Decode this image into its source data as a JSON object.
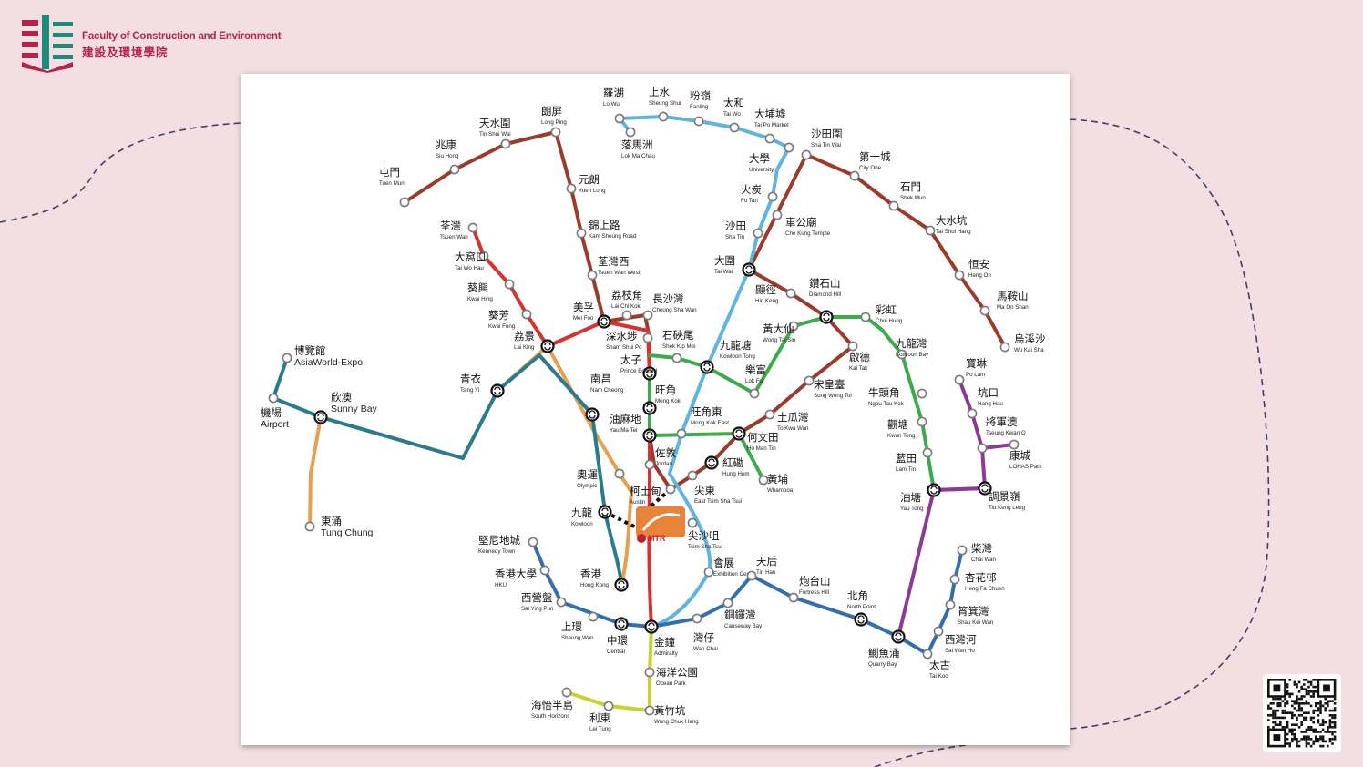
{
  "header": {
    "faculty_en": "Faculty of Construction and Environment",
    "faculty_zh": "建設及環境學院",
    "logo_icon": "faculty-logo-icon"
  },
  "map": {
    "brand_label": "MTR",
    "line_colors": {
      "tsuen_wan": "#d4332f",
      "east_rail": "#60b5e0",
      "tuen_ma": "#9a3b2c",
      "kwun_tong": "#3dab4a",
      "island": "#356eaf",
      "tseung_kwan_o": "#8b3a96",
      "tung_chung": "#e8a050",
      "airport_express": "#297c8d",
      "south_island": "#c6d430"
    },
    "stations": [
      {
        "zh": "屯門",
        "en": "Tuen Mun"
      },
      {
        "zh": "兆康",
        "en": "Siu Hong"
      },
      {
        "zh": "天水圍",
        "en": "Tin Shui Wai"
      },
      {
        "zh": "朗屏",
        "en": "Long Ping"
      },
      {
        "zh": "元朗",
        "en": "Yuen Long"
      },
      {
        "zh": "錦上路",
        "en": "Kam Sheung Road"
      },
      {
        "zh": "荃灣西",
        "en": "Tsuen Wan West"
      },
      {
        "zh": "荃灣",
        "en": "Tsuen Wan"
      },
      {
        "zh": "大窩口",
        "en": "Tai Wo Hau"
      },
      {
        "zh": "葵興",
        "en": "Kwai Hing"
      },
      {
        "zh": "葵芳",
        "en": "Kwai Fong"
      },
      {
        "zh": "荔景",
        "en": "Lai King"
      },
      {
        "zh": "美孚",
        "en": "Mei Foo"
      },
      {
        "zh": "荔枝角",
        "en": "Lai Chi Kok"
      },
      {
        "zh": "長沙灣",
        "en": "Cheung Sha Wan"
      },
      {
        "zh": "深水埗",
        "en": "Sham Shui Po"
      },
      {
        "zh": "石硤尾",
        "en": "Shek Kip Mei"
      },
      {
        "zh": "太子",
        "en": "Prince Edward"
      },
      {
        "zh": "旺角",
        "en": "Mong Kok"
      },
      {
        "zh": "油麻地",
        "en": "Yau Ma Tei"
      },
      {
        "zh": "佐敦",
        "en": "Jordan"
      },
      {
        "zh": "尖沙咀",
        "en": "Tsim Sha Tsui"
      },
      {
        "zh": "尖東",
        "en": "East Tsim Sha Tsui"
      },
      {
        "zh": "柯士甸",
        "en": "Austin"
      },
      {
        "zh": "南昌",
        "en": "Nam Cheong"
      },
      {
        "zh": "奧運",
        "en": "Olympic"
      },
      {
        "zh": "九龍",
        "en": "Kowloon"
      },
      {
        "zh": "香港",
        "en": "Hong Kong"
      },
      {
        "zh": "青衣",
        "en": "Tsing Yi"
      },
      {
        "zh": "欣澳",
        "en": "Sunny Bay"
      },
      {
        "zh": "博覽館",
        "en": "AsiaWorld-Expo"
      },
      {
        "zh": "機場",
        "en": "Airport"
      },
      {
        "zh": "東涌",
        "en": "Tung Chung"
      },
      {
        "zh": "羅湖",
        "en": "Lo Wu"
      },
      {
        "zh": "落馬洲",
        "en": "Lok Ma Chau"
      },
      {
        "zh": "上水",
        "en": "Sheung Shui"
      },
      {
        "zh": "粉嶺",
        "en": "Fanling"
      },
      {
        "zh": "太和",
        "en": "Tai Wo"
      },
      {
        "zh": "大埔墟",
        "en": "Tai Po Market"
      },
      {
        "zh": "大學",
        "en": "University"
      },
      {
        "zh": "火炭",
        "en": "Fo Tan"
      },
      {
        "zh": "沙田",
        "en": "Sha Tin"
      },
      {
        "zh": "大圍",
        "en": "Tai Wai"
      },
      {
        "zh": "九龍塘",
        "en": "Kowloon Tong"
      },
      {
        "zh": "旺角東",
        "en": "Mong Kok East"
      },
      {
        "zh": "紅磡",
        "en": "Hung Hom"
      },
      {
        "zh": "會展",
        "en": "Exhibition Centre"
      },
      {
        "zh": "沙田圍",
        "en": "Sha Tin Wai"
      },
      {
        "zh": "第一城",
        "en": "City One"
      },
      {
        "zh": "石門",
        "en": "Shek Mun"
      },
      {
        "zh": "大水坑",
        "en": "Tai Shui Hang"
      },
      {
        "zh": "恒安",
        "en": "Heng On"
      },
      {
        "zh": "馬鞍山",
        "en": "Ma On Shan"
      },
      {
        "zh": "烏溪沙",
        "en": "Wu Kai Sha"
      },
      {
        "zh": "車公廟",
        "en": "Che Kung Temple"
      },
      {
        "zh": "顯徑",
        "en": "Hin Keng"
      },
      {
        "zh": "鑽石山",
        "en": "Diamond Hill"
      },
      {
        "zh": "啟德",
        "en": "Kai Tak"
      },
      {
        "zh": "宋皇臺",
        "en": "Sung Wong Toi"
      },
      {
        "zh": "土瓜灣",
        "en": "To Kwa Wan"
      },
      {
        "zh": "何文田",
        "en": "Ho Man Tin"
      },
      {
        "zh": "黃埔",
        "en": "Whampoa"
      },
      {
        "zh": "樂富",
        "en": "Lok Fu"
      },
      {
        "zh": "黃大仙",
        "en": "Wong Tai Sin"
      },
      {
        "zh": "彩虹",
        "en": "Choi Hung"
      },
      {
        "zh": "九龍灣",
        "en": "Kowloon Bay"
      },
      {
        "zh": "牛頭角",
        "en": "Ngau Tau Kok"
      },
      {
        "zh": "觀塘",
        "en": "Kwun Tong"
      },
      {
        "zh": "藍田",
        "en": "Lam Tin"
      },
      {
        "zh": "油塘",
        "en": "Yau Tong"
      },
      {
        "zh": "調景嶺",
        "en": "Tiu Keng Leng"
      },
      {
        "zh": "寶琳",
        "en": "Po Lam"
      },
      {
        "zh": "坑口",
        "en": "Hang Hau"
      },
      {
        "zh": "將軍澳",
        "en": "Tseung Kwan O"
      },
      {
        "zh": "康城",
        "en": "LOHAS Park"
      },
      {
        "zh": "堅尼地城",
        "en": "Kennedy Town"
      },
      {
        "zh": "香港大學",
        "en": "HKU"
      },
      {
        "zh": "西營盤",
        "en": "Sai Ying Pun"
      },
      {
        "zh": "上環",
        "en": "Sheung Wan"
      },
      {
        "zh": "中環",
        "en": "Central"
      },
      {
        "zh": "金鐘",
        "en": "Admiralty"
      },
      {
        "zh": "灣仔",
        "en": "Wan Chai"
      },
      {
        "zh": "銅鑼灣",
        "en": "Causeway Bay"
      },
      {
        "zh": "天后",
        "en": "Tin Hau"
      },
      {
        "zh": "炮台山",
        "en": "Fortress Hill"
      },
      {
        "zh": "北角",
        "en": "North Point"
      },
      {
        "zh": "鰂魚涌",
        "en": "Quarry Bay"
      },
      {
        "zh": "太古",
        "en": "Tai Koo"
      },
      {
        "zh": "西灣河",
        "en": "Sai Wan Ho"
      },
      {
        "zh": "筲箕灣",
        "en": "Shau Kei Wan"
      },
      {
        "zh": "杏花邨",
        "en": "Heng Fa Chuen"
      },
      {
        "zh": "柴灣",
        "en": "Chai Wan"
      },
      {
        "zh": "海洋公園",
        "en": "Ocean Park"
      },
      {
        "zh": "黃竹坑",
        "en": "Wong Chuk Hang"
      },
      {
        "zh": "利東",
        "en": "Lei Tung"
      },
      {
        "zh": "海怡半島",
        "en": "South Horizons"
      }
    ]
  },
  "qr": {
    "icon": "qr-code-icon"
  }
}
